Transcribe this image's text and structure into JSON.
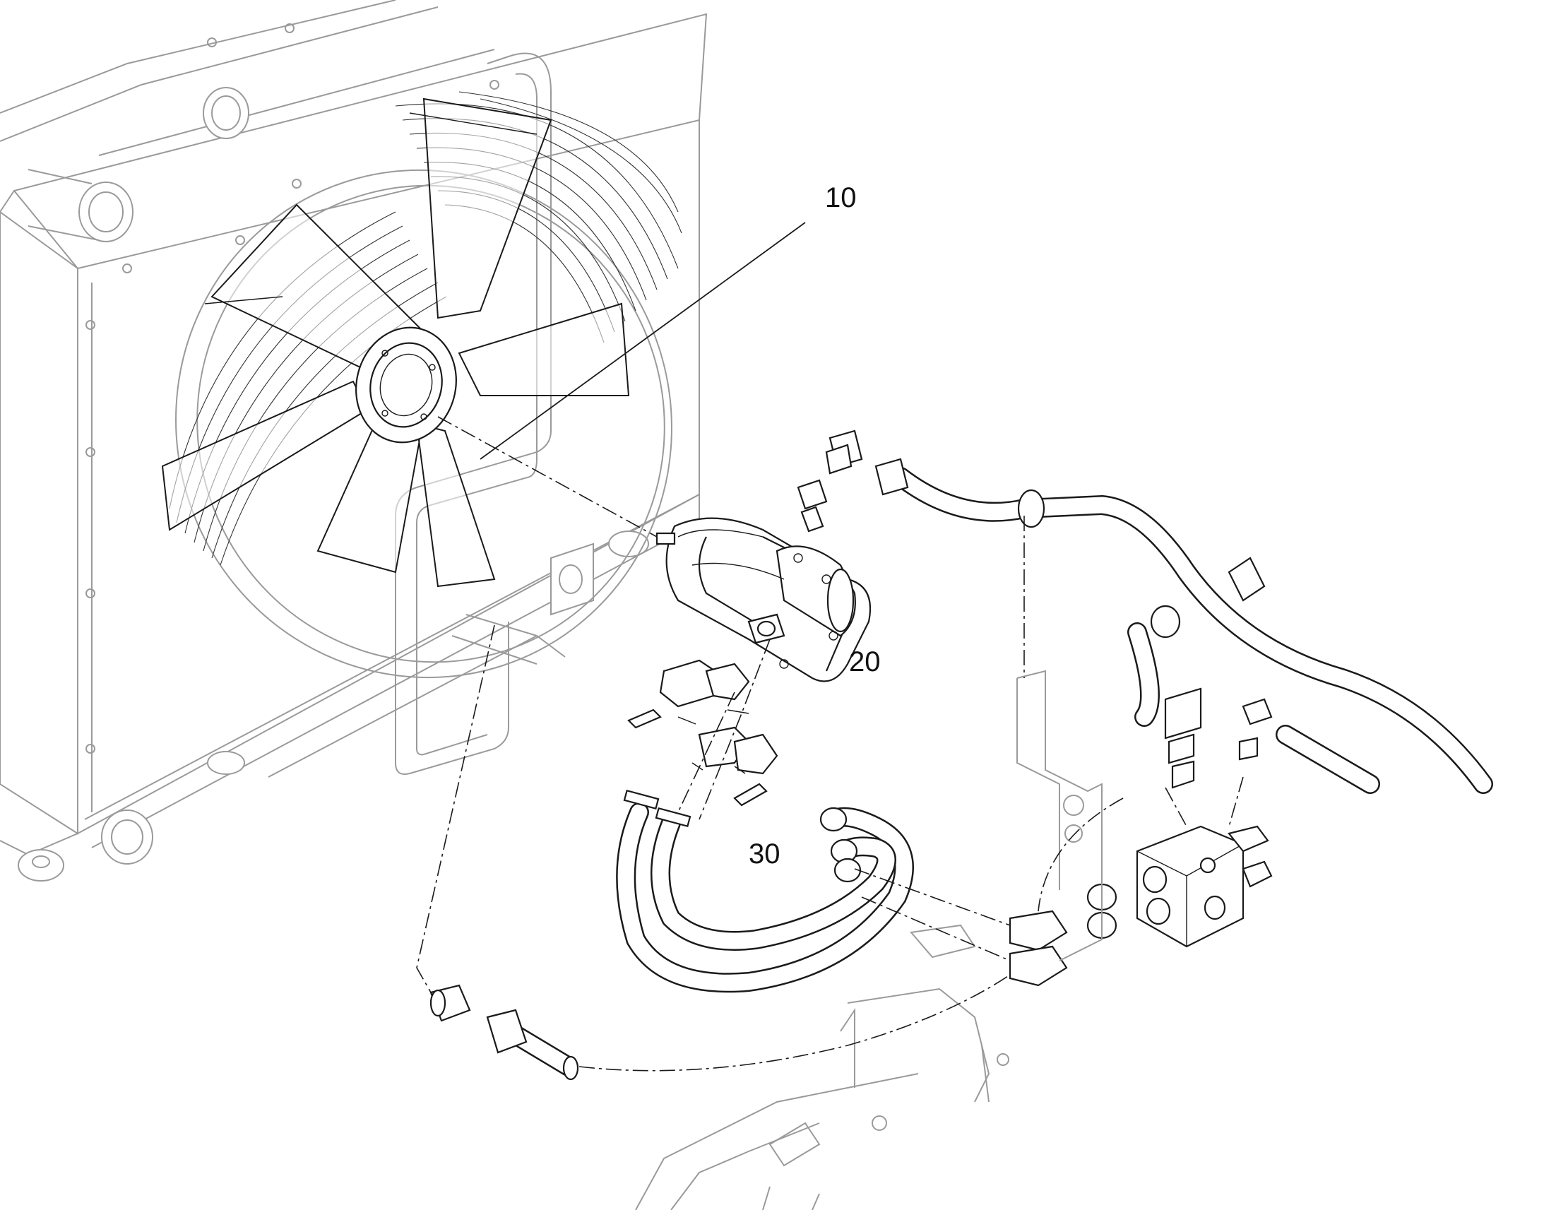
{
  "callouts": {
    "fan": "10",
    "hydraulic_motor": "20",
    "hose_assembly": "30"
  },
  "colors": {
    "line": "#1a1a1a",
    "context_line": "#9a9a9a",
    "background": "#ffffff"
  }
}
